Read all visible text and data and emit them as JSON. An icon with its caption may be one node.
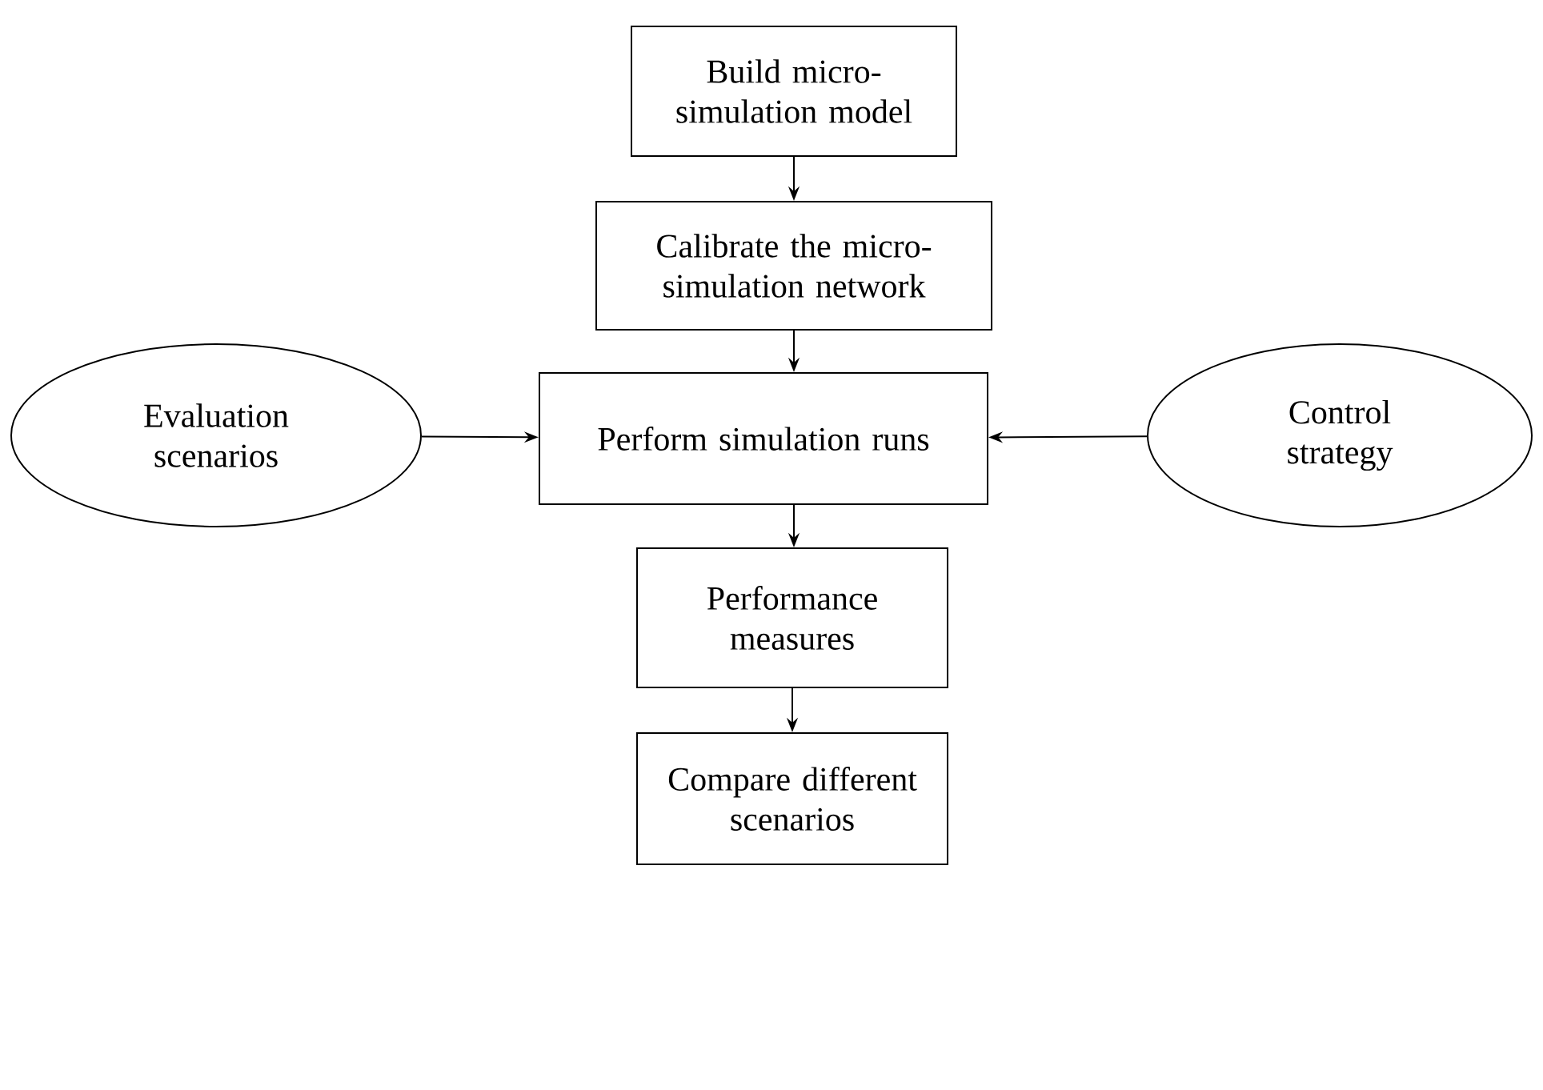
{
  "diagram": {
    "nodes": [
      {
        "text": [
          "Build micro-simulation model"
        ]
      },
      {
        "text": [
          "Calibrate the micro-simulation network"
        ]
      },
      {
        "text": [
          "Evaluation scenarios"
        ]
      },
      {
        "text": [
          "Perform simulation runs"
        ]
      },
      {
        "text": [
          "Control strategy"
        ]
      },
      {
        "text": [
          "Performance measures"
        ]
      },
      {
        "text": [
          "Compare different scenarios"
        ]
      }
    ],
    "edges": [
      {
        "from": 0,
        "to": 1,
        "arrow": "to"
      },
      {
        "from": 1,
        "to": 3,
        "arrow": "to"
      },
      {
        "from": 2,
        "to": 3,
        "arrow": "to"
      },
      {
        "from": 4,
        "to": 3,
        "arrow": "to"
      },
      {
        "from": 3,
        "to": 5,
        "arrow": "to"
      },
      {
        "from": 5,
        "to": 6,
        "arrow": "to"
      }
    ]
  }
}
